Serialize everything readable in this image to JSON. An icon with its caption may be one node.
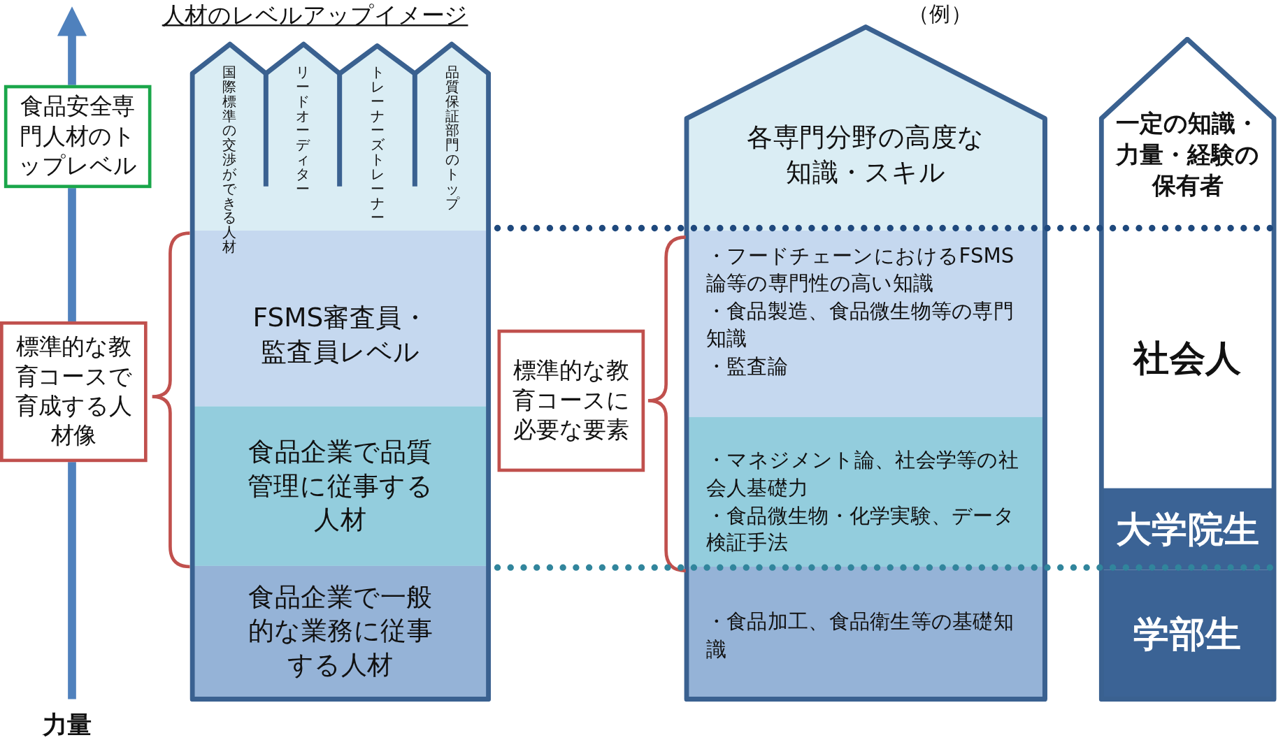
{
  "diagram": {
    "title": "人材のレベルアップイメージ",
    "nodes": [
      {
        "text": [
          "食品安全専門人材のトップレベル"
        ]
      },
      {
        "text": [
          "標準的な教育コースで育成する人材像"
        ]
      },
      {
        "text": [],
        "shape": "box"
      },
      {
        "text": [
          "国際標準の交渉ができる人材"
        ],
        "in": 2
      },
      {
        "text": [
          "リードオーディター"
        ],
        "in": 2
      },
      {
        "text": [
          "トレーナーズトレーナー"
        ],
        "in": 2
      },
      {
        "text": [
          "品質保証部門のトップ"
        ],
        "in": 2
      },
      {
        "text": [
          "FSMS審査員・監査員レベル"
        ],
        "in": 2
      },
      {
        "text": [
          "食品企業で品質管理に従事する人材"
        ],
        "in": 2
      },
      {
        "text": [
          "食品企業で一般的な業務に従事する人材"
        ],
        "in": 2
      },
      {
        "text": [
          "標準的な教育コースに必要な要素"
        ]
      },
      {
        "text": [
          "各専門分野の高度な知識・スキル"
        ]
      },
      {
        "text": [
          "・フードチェーンにおけるFSMS論等の専門性の高い知識",
          "・食品製造、食品微生物等の専門知識",
          "・監査論"
        ],
        "in": 11
      },
      {
        "text": [
          "・マネジメント論、社会学等の社会人基礎力",
          "・食品微生物・化学実験、データ検証手法"
        ],
        "in": 11
      },
      {
        "text": [
          "・食品加工、食品衛生等の基礎知識"
        ],
        "in": 11
      },
      {
        "text": [
          "一定の知識・力量・経験の保有者"
        ]
      },
      {
        "text": [
          "社会人"
        ],
        "in": 15
      },
      {
        "text": [
          "大学院生"
        ],
        "in": 15
      },
      {
        "text": [
          "学部生"
        ],
        "in": 15
      }
    ],
    "labels": [
      "（例）",
      "力量"
    ]
  }
}
